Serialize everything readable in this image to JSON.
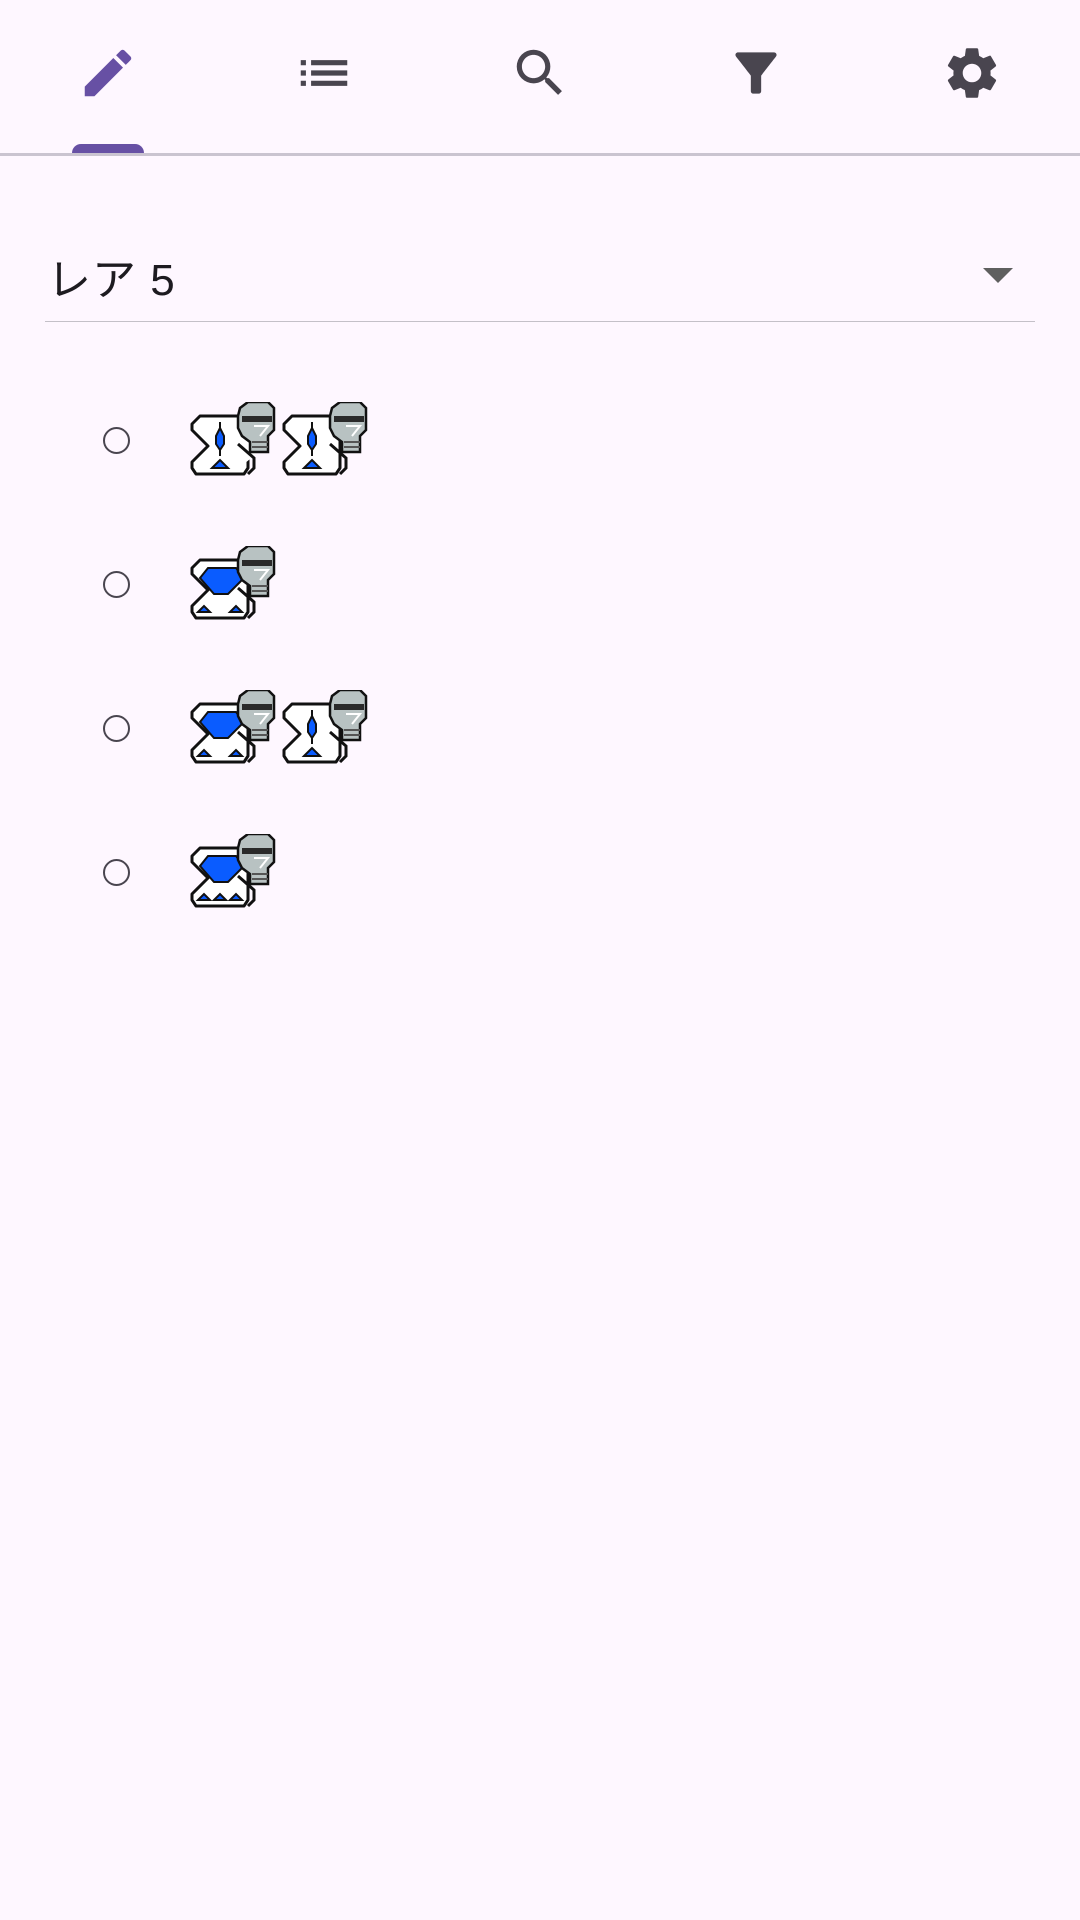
{
  "tabs": [
    {
      "id": "edit",
      "icon": "pencil-icon",
      "active": true
    },
    {
      "id": "list",
      "icon": "list-icon",
      "active": false
    },
    {
      "id": "search",
      "icon": "search-icon",
      "active": false
    },
    {
      "id": "filter",
      "icon": "filter-icon",
      "active": false
    },
    {
      "id": "settings",
      "icon": "gear-icon",
      "active": false
    }
  ],
  "colors": {
    "background": "#FEF7FF",
    "accent": "#6750A4",
    "icon_inactive": "#49454F",
    "divider": "#CAC4D0",
    "deco_blue": "#0A5CFF"
  },
  "dropdown": {
    "selected_value": "レア 5",
    "arrow_icon": "arrow-drop-down-icon"
  },
  "options": [
    {
      "selected": false,
      "decorations": [
        {
          "type": "slot-level-1",
          "icon": "decoration-jewel-small-icon"
        },
        {
          "type": "slot-level-1",
          "icon": "decoration-jewel-small-icon"
        }
      ]
    },
    {
      "selected": false,
      "decorations": [
        {
          "type": "slot-level-2",
          "icon": "decoration-jewel-medium-icon"
        }
      ]
    },
    {
      "selected": false,
      "decorations": [
        {
          "type": "slot-level-2",
          "icon": "decoration-jewel-medium-icon"
        },
        {
          "type": "slot-level-1",
          "icon": "decoration-jewel-small-icon"
        }
      ]
    },
    {
      "selected": false,
      "decorations": [
        {
          "type": "slot-level-3",
          "icon": "decoration-jewel-large-icon"
        }
      ]
    }
  ]
}
